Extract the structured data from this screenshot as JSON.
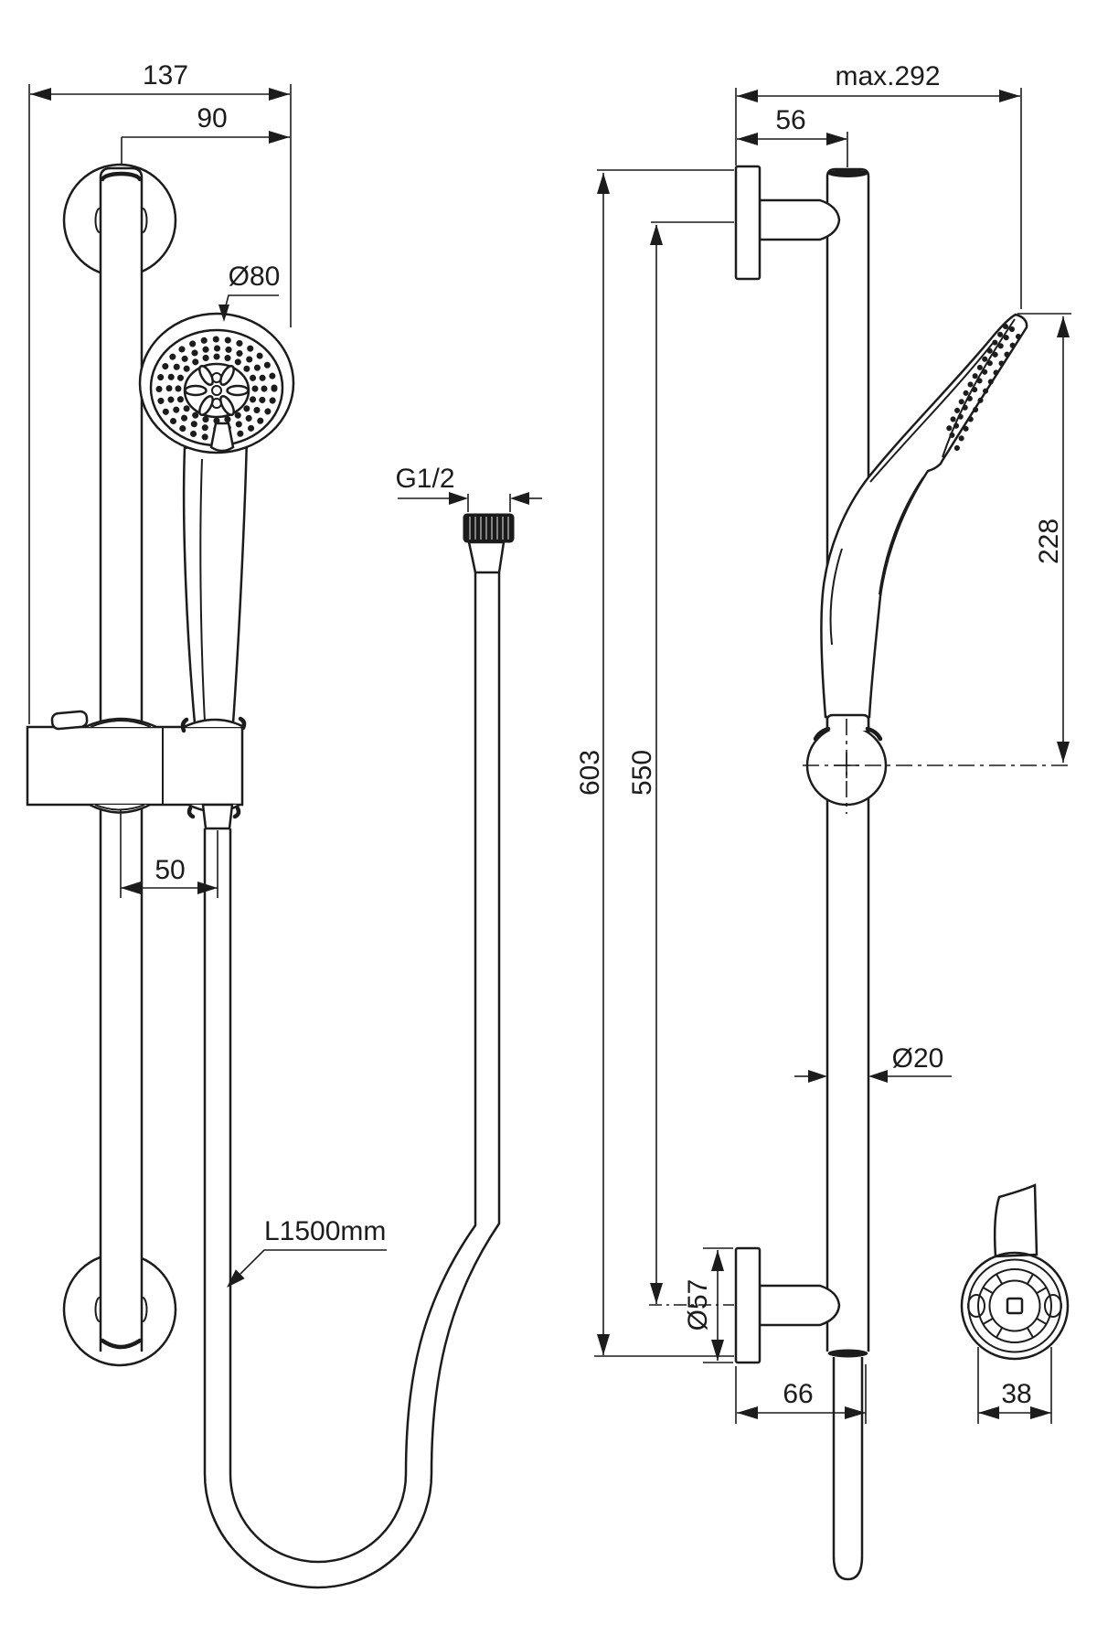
{
  "colors": {
    "line": "#1c1c1c",
    "background": "#ffffff"
  },
  "front_view": {
    "overall_width": "137",
    "head_offset": "90",
    "head_diameter": "Ø80",
    "rail_to_hose_spacing": "50",
    "hose_length": "L1500mm"
  },
  "hose": {
    "thread_size": "G1/2"
  },
  "side_view": {
    "max_depth": "max.292",
    "bracket_depth": "56",
    "head_height": "228",
    "overall_height": "603",
    "bar_height": "550",
    "rail_diameter": "Ø20",
    "escutcheon_diameter": "Ø57",
    "bottom_depth": "66"
  },
  "end_view": {
    "holder_width": "38"
  }
}
